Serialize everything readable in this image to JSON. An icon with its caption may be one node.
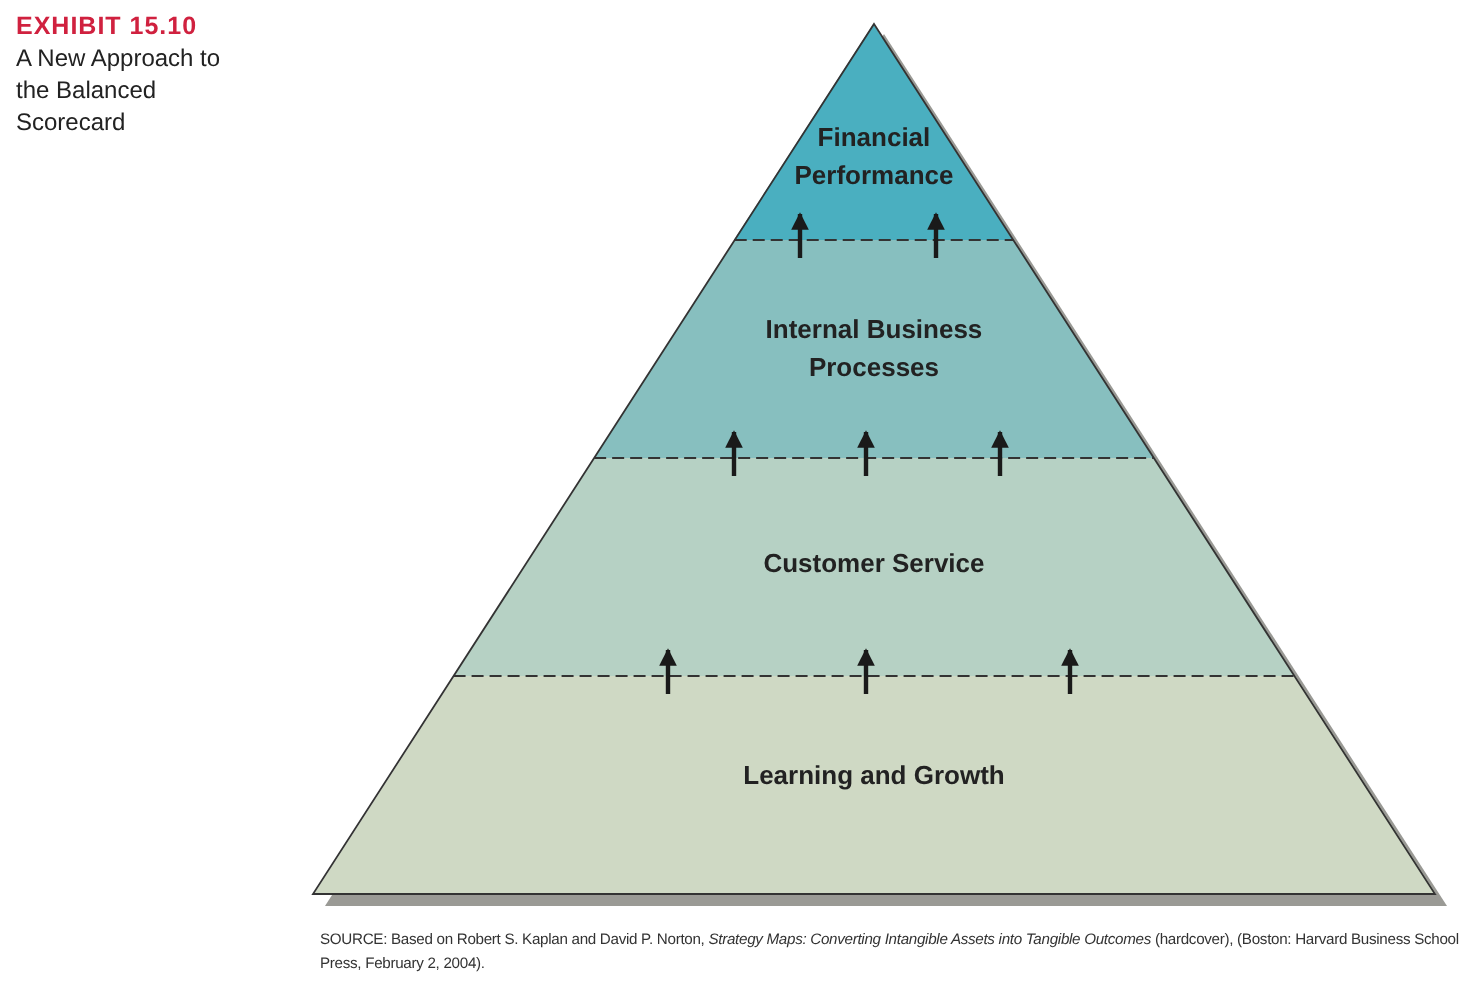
{
  "diagram": {
    "title": "A New Approach to the Balanced Scorecard",
    "caption": "SOURCE: Based on Robert S. Kaplan and David P. Norton, *Strategy Maps: Converting Intangible Assets into Tangible Outcomes* (hardcover), (Boston: Harvard Business School Press, February 2, 2004).",
    "nodes": [
      {
        "text": [
          "Financial Performance"
        ]
      },
      {
        "text": [
          "Internal Business Processes"
        ]
      },
      {
        "text": [
          "Customer Service"
        ]
      },
      {
        "text": [
          "Learning and Growth"
        ]
      }
    ],
    "edges": [
      {
        "from": 1,
        "to": 0,
        "arrow": "to"
      },
      {
        "from": 1,
        "to": 0,
        "arrow": "to"
      },
      {
        "from": 2,
        "to": 1,
        "arrow": "to"
      },
      {
        "from": 2,
        "to": 1,
        "arrow": "to"
      },
      {
        "from": 2,
        "to": 1,
        "arrow": "to"
      },
      {
        "from": 3,
        "to": 2,
        "arrow": "to"
      },
      {
        "from": 3,
        "to": 2,
        "arrow": "to"
      },
      {
        "from": 3,
        "to": 2,
        "arrow": "to"
      }
    ],
    "labels": [
      "EXHIBIT 15.10"
    ]
  }
}
